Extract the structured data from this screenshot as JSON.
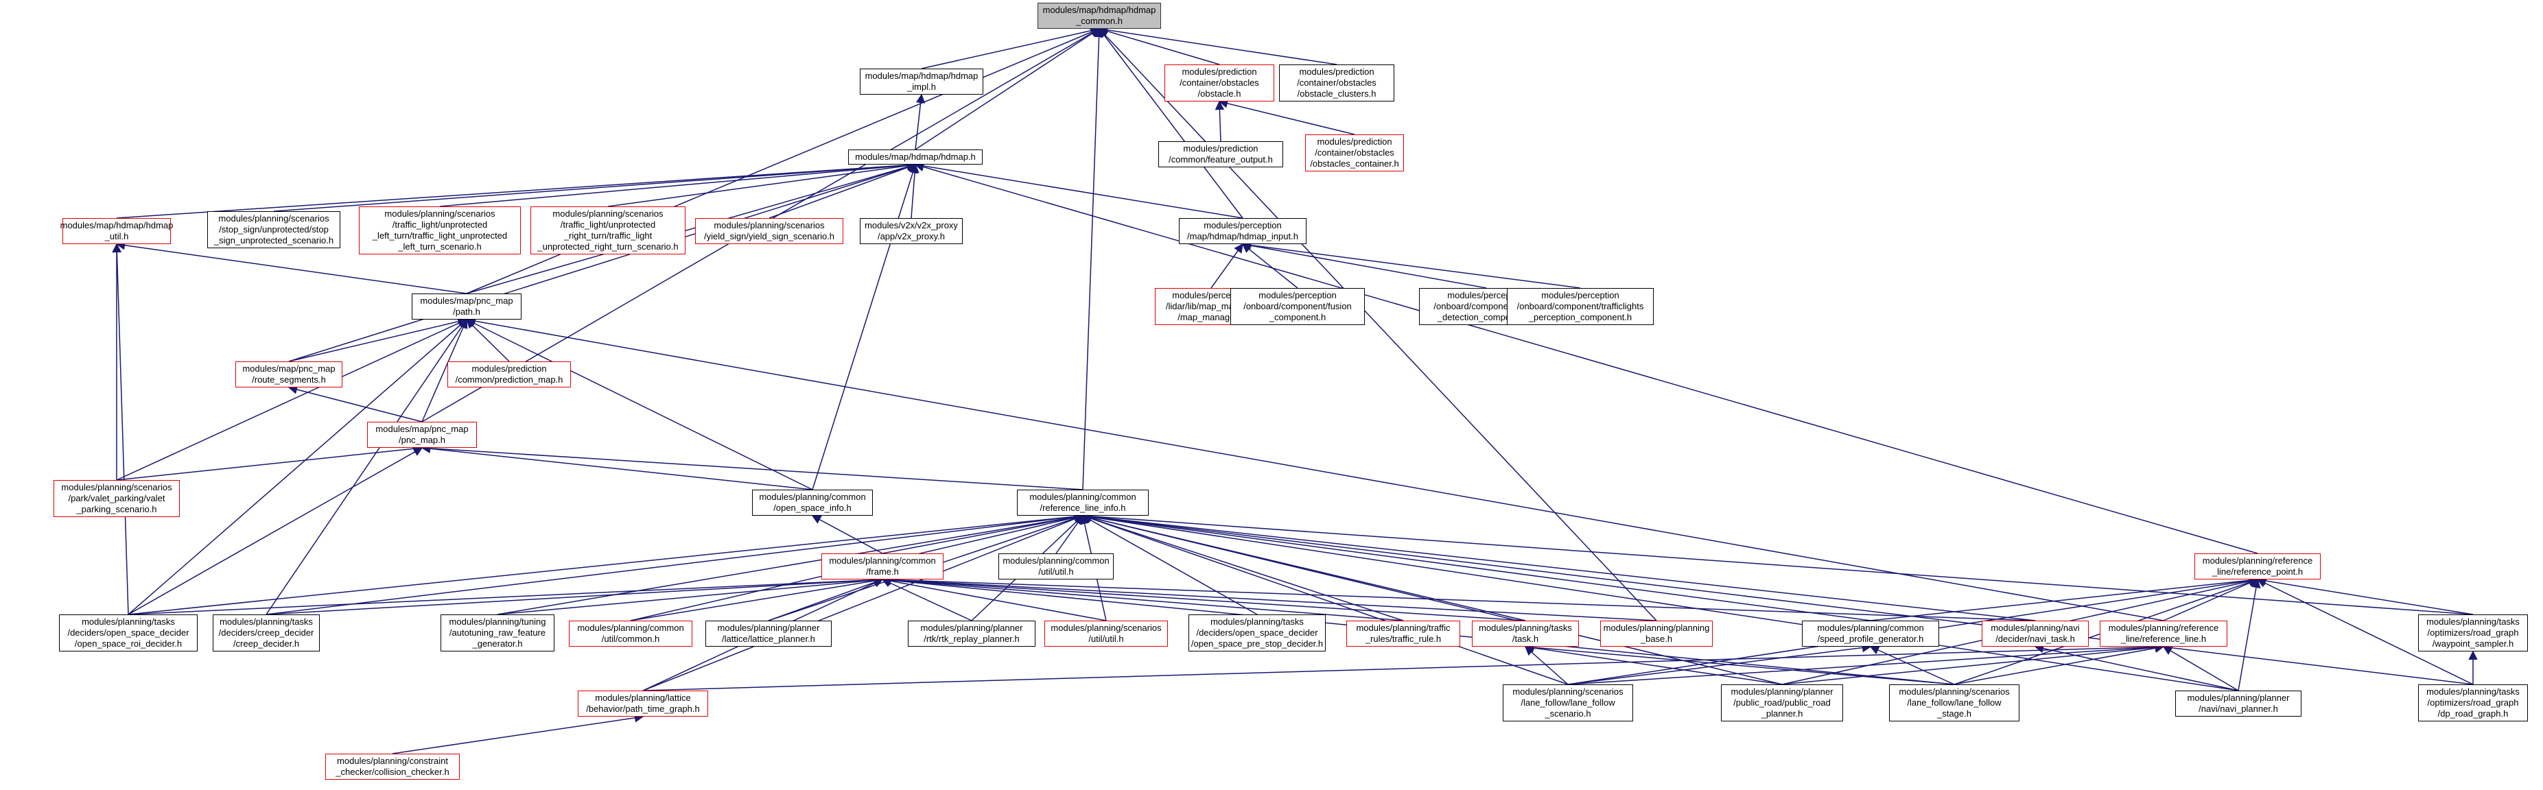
{
  "colors": {
    "edge": "#191970",
    "border_normal": "#000000",
    "border_red": "#e00000",
    "root_fill": "#bfbfbf"
  },
  "nodes": {
    "root": "modules/map/hdmap/hdmap\n_common.h",
    "hdmap_impl": "modules/map/hdmap/hdmap\n_impl.h",
    "pred_obstacle": "modules/prediction\n/container/obstacles\n/obstacle.h",
    "pred_obstacle_clusters": "modules/prediction\n/container/obstacles\n/obstacle_clusters.h",
    "feature_output": "modules/prediction\n/common/feature_output.h",
    "obstacles_container": "modules/prediction\n/container/obstacles\n/obstacles_container.h",
    "hdmap": "modules/map/hdmap/hdmap.h",
    "hdmap_util": "modules/map/hdmap/hdmap\n_util.h",
    "stop_sign": "modules/planning/scenarios\n/stop_sign/unprotected/stop\n_sign_unprotected_scenario.h",
    "tl_left": "modules/planning/scenarios\n/traffic_light/unprotected\n_left_turn/traffic_light_unprotected\n_left_turn_scenario.h",
    "tl_right": "modules/planning/scenarios\n/traffic_light/unprotected\n_right_turn/traffic_light\n_unprotected_right_turn_scenario.h",
    "yield_sign": "modules/planning/scenarios\n/yield_sign/yield_sign_scenario.h",
    "v2x_proxy": "modules/v2x/v2x_proxy\n/app/v2x_proxy.h",
    "hdmap_input": "modules/perception\n/map/hdmap/hdmap_input.h",
    "map_manager": "modules/perception\n/lidar/lib/map_manager\n/map_manager.h",
    "fusion_component": "modules/perception\n/onboard/component/fusion\n_component.h",
    "radar_component": "modules/perception\n/onboard/component/radar\n_detection_component.h",
    "tl_perception": "modules/perception\n/onboard/component/trafficlights\n_perception_component.h",
    "pnc_path": "modules/map/pnc_map\n/path.h",
    "route_segments": "modules/map/pnc_map\n/route_segments.h",
    "prediction_map": "modules/prediction\n/common/prediction_map.h",
    "pnc_map": "modules/map/pnc_map\n/pnc_map.h",
    "valet_parking": "modules/planning/scenarios\n/park/valet_parking/valet\n_parking_scenario.h",
    "open_space_info": "modules/planning/common\n/open_space_info.h",
    "ref_line_info": "modules/planning/common\n/reference_line_info.h",
    "frame": "modules/planning/common\n/frame.h",
    "util_util": "modules/planning/common\n/util/util.h",
    "ref_point": "modules/planning/reference\n_line/reference_point.h",
    "open_space_roi": "modules/planning/tasks\n/deciders/open_space_decider\n/open_space_roi_decider.h",
    "creep_decider": "modules/planning/tasks\n/deciders/creep_decider\n/creep_decider.h",
    "autotuning": "modules/planning/tuning\n/autotuning_raw_feature\n_generator.h",
    "util_common": "modules/planning/common\n/util/common.h",
    "lattice_planner": "modules/planning/planner\n/lattice/lattice_planner.h",
    "rtk_replay": "modules/planning/planner\n/rtk/rtk_replay_planner.h",
    "scen_util": "modules/planning/scenarios\n/util/util.h",
    "pre_stop": "modules/planning/tasks\n/deciders/open_space_decider\n/open_space_pre_stop_decider.h",
    "traffic_rule": "modules/planning/traffic\n_rules/traffic_rule.h",
    "task": "modules/planning/tasks\n/task.h",
    "planning_base": "modules/planning/planning\n_base.h",
    "speed_profile": "modules/planning/common\n/speed_profile_generator.h",
    "navi_task": "modules/planning/navi\n/decider/navi_task.h",
    "ref_line": "modules/planning/reference\n_line/reference_line.h",
    "waypoint_sampler": "modules/planning/tasks\n/optimizers/road_graph\n/waypoint_sampler.h",
    "path_time_graph": "modules/planning/lattice\n/behavior/path_time_graph.h",
    "lane_follow_scenario": "modules/planning/scenarios\n/lane_follow/lane_follow\n_scenario.h",
    "public_road": "modules/planning/planner\n/public_road/public_road\n_planner.h",
    "lane_follow_stage": "modules/planning/scenarios\n/lane_follow/lane_follow\n_stage.h",
    "navi_planner": "modules/planning/planner\n/navi/navi_planner.h",
    "dp_road_graph": "modules/planning/tasks\n/optimizers/road_graph\n/dp_road_graph.h",
    "collision_checker": "modules/planning/constraint\n_checker/collision_checker.h"
  }
}
